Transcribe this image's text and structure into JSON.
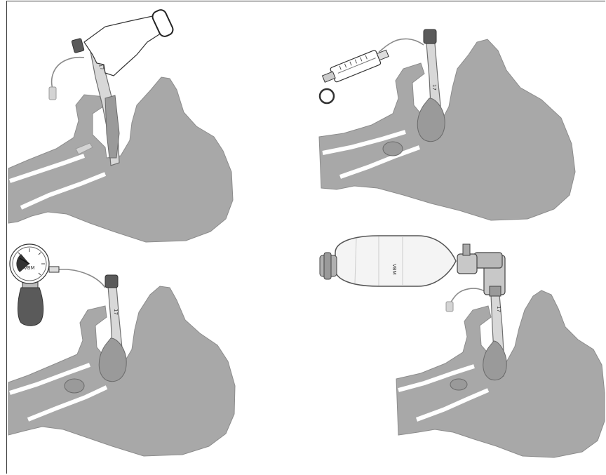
{
  "figure": {
    "panels": [
      {
        "id": "panel-1",
        "step": "tube-insertion"
      },
      {
        "id": "panel-2",
        "step": "cuff-inflation-syringe"
      },
      {
        "id": "panel-3",
        "step": "cuff-pressure-manometer"
      },
      {
        "id": "panel-4",
        "step": "bag-ventilation"
      }
    ],
    "labels": {
      "tube_marking": "17",
      "manometer_brand": "VBM",
      "bag_brand": "VBM"
    },
    "colors": {
      "anatomy_fill": "#a8a8a8",
      "device_fill": "#d8d8d8",
      "outline": "#3a3a3a"
    }
  }
}
